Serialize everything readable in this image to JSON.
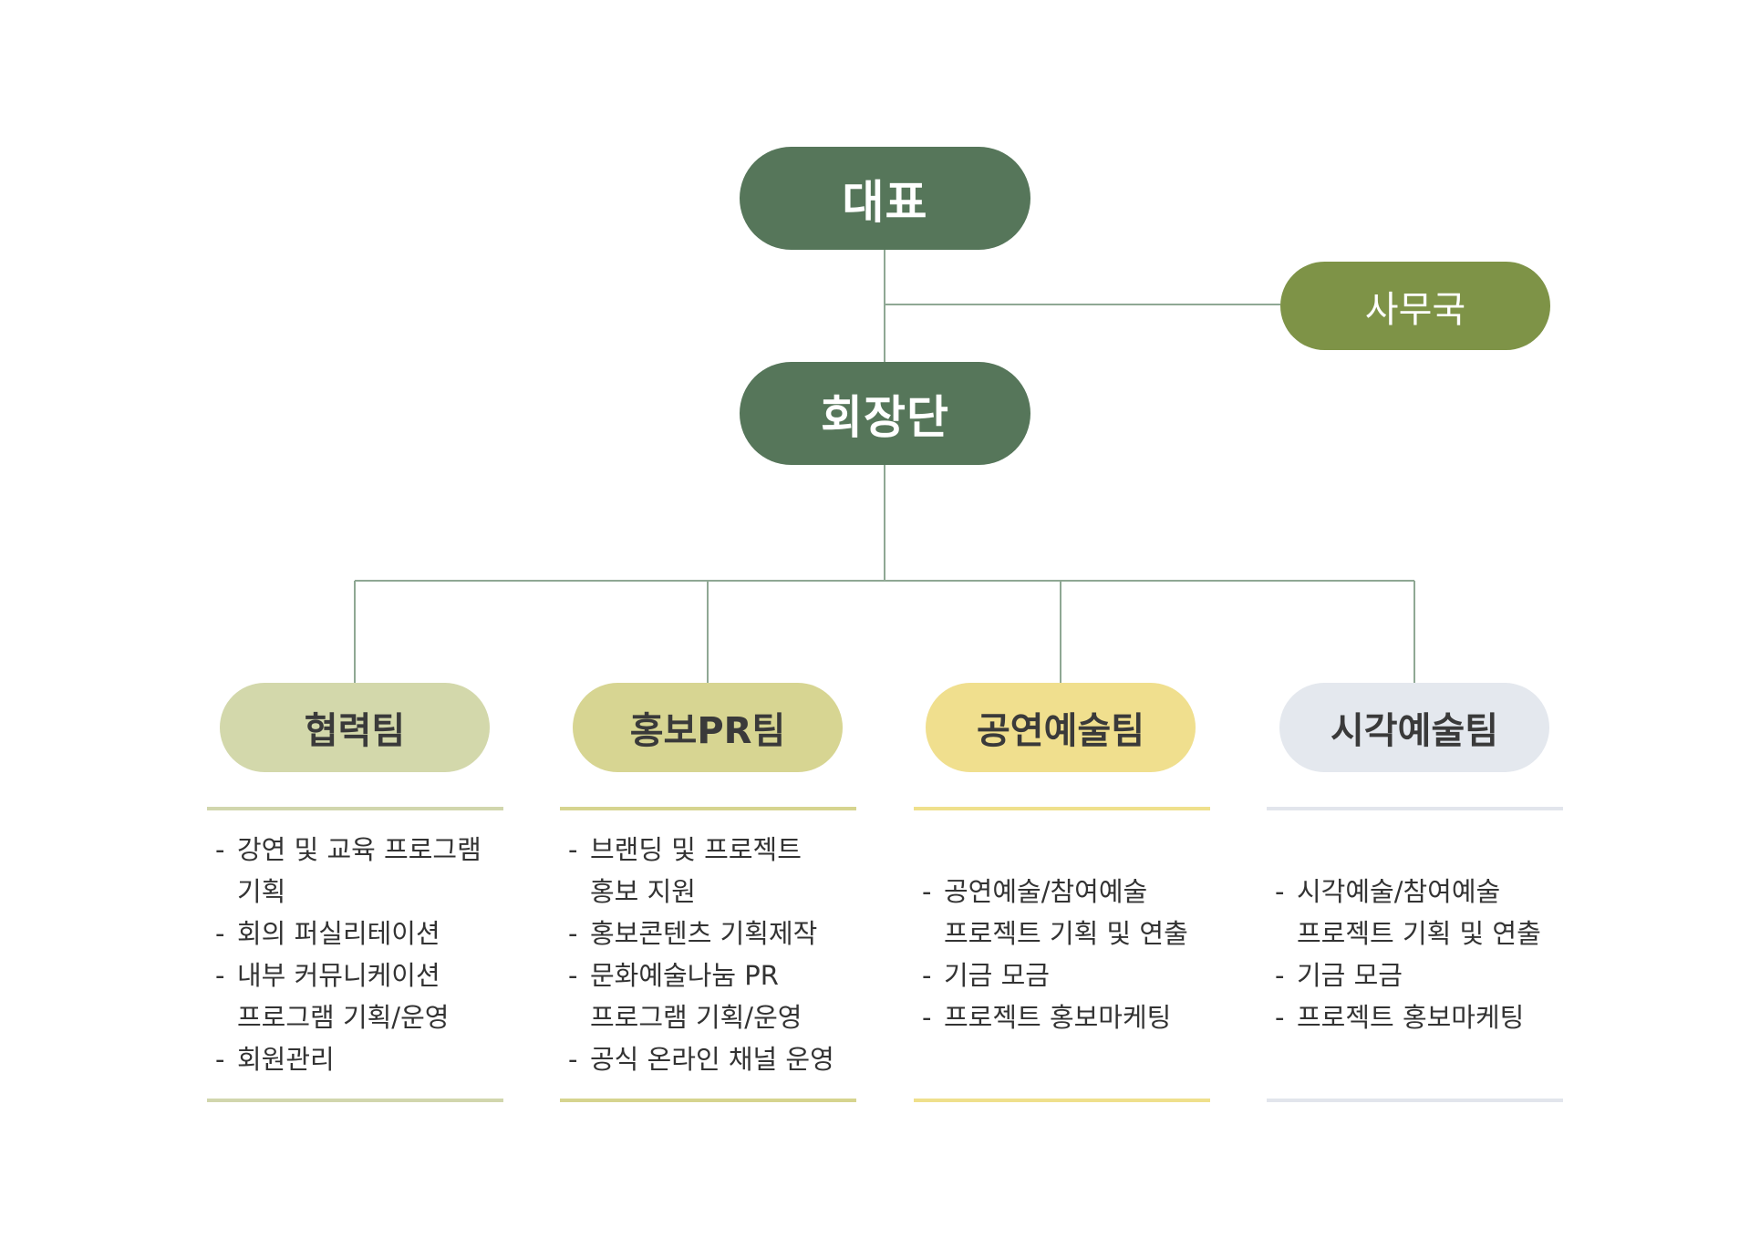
{
  "colors": {
    "line": "#8fa894",
    "dark_node": "#56765a",
    "office_node": "#7e9347"
  },
  "top": {
    "ceo": "대표",
    "office": "사무국",
    "board": "회장단"
  },
  "teams": [
    {
      "name": "협력팀",
      "color": "#d3d8ab",
      "rule_color": "#d1d6ad",
      "items": [
        [
          "강연 및 교육 프로그램",
          "기획"
        ],
        [
          "회의 퍼실리테이션"
        ],
        [
          "내부 커뮤니케이션",
          "프로그램 기획/운영"
        ],
        [
          "회원관리"
        ]
      ]
    },
    {
      "name": "홍보PR팀",
      "color": "#d7d592",
      "rule_color": "#d6d48f",
      "items": [
        [
          "브랜딩 및 프로젝트",
          "홍보 지원"
        ],
        [
          "홍보콘텐츠 기획제작"
        ],
        [
          "문화예술나눔 PR",
          "프로그램 기획/운영"
        ],
        [
          "공식 온라인 채널 운영"
        ]
      ]
    },
    {
      "name": "공연예술팀",
      "color": "#f0df8e",
      "rule_color": "#efe08c",
      "items": [
        [
          "공연예술/참여예술",
          "프로젝트 기획 및 연출"
        ],
        [
          "기금 모금"
        ],
        [
          "프로젝트 홍보마케팅"
        ]
      ]
    },
    {
      "name": "시각예술팀",
      "color": "#e4e8ee",
      "rule_color": "#e2e5ec",
      "items": [
        [
          "시각예술/참여예술",
          "프로젝트 기획 및 연출"
        ],
        [
          "기금 모금"
        ],
        [
          "프로젝트 홍보마케팅"
        ]
      ]
    }
  ]
}
